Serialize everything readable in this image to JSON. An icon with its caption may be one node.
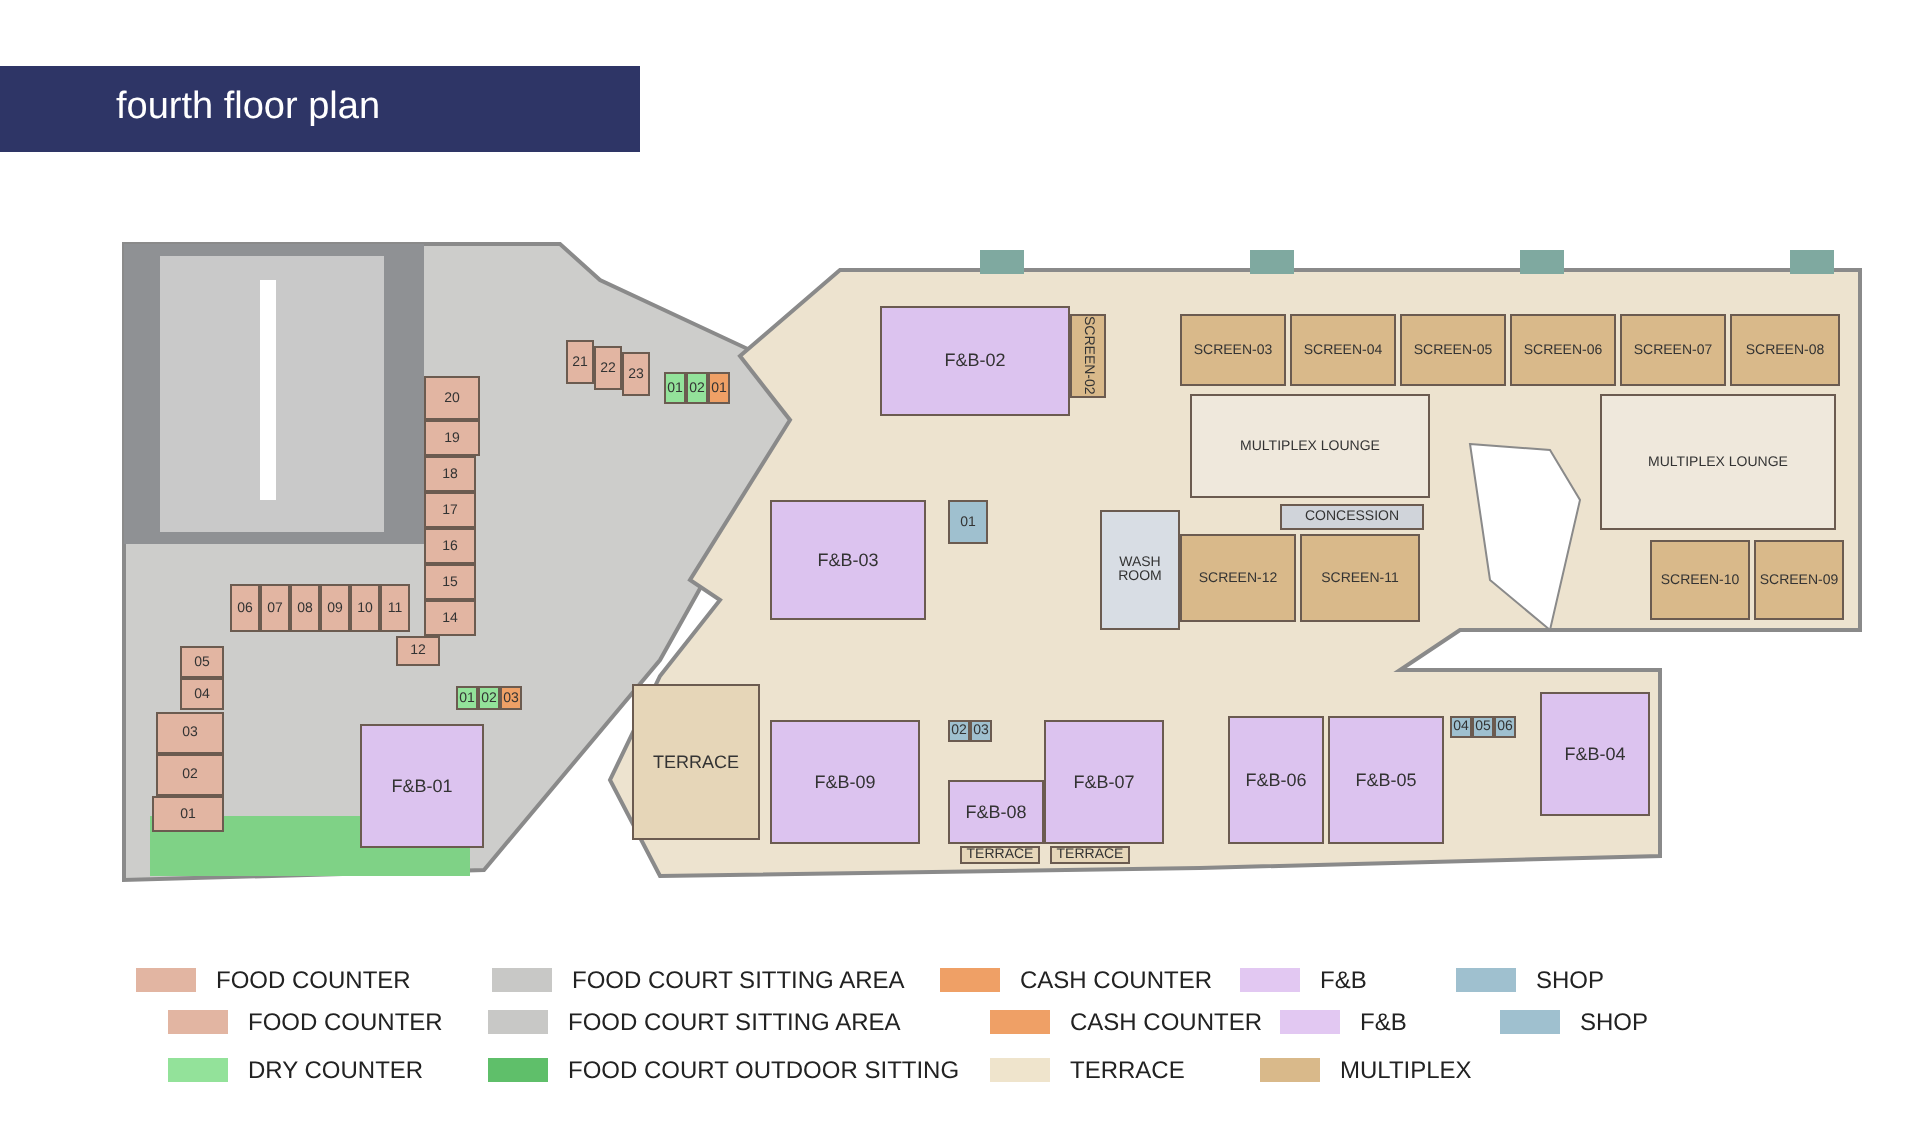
{
  "diagram": {
    "title": "fourth floor plan",
    "nodes": [
      {
        "text": [
          "20"
        ]
      },
      {
        "text": [
          "19"
        ]
      },
      {
        "text": [
          "18"
        ]
      },
      {
        "text": [
          "17"
        ]
      },
      {
        "text": [
          "16"
        ]
      },
      {
        "text": [
          "15"
        ]
      },
      {
        "text": [
          "14"
        ]
      },
      {
        "text": [
          "12"
        ]
      },
      {
        "text": [
          "06"
        ]
      },
      {
        "text": [
          "07"
        ]
      },
      {
        "text": [
          "08"
        ]
      },
      {
        "text": [
          "09"
        ]
      },
      {
        "text": [
          "10"
        ]
      },
      {
        "text": [
          "11"
        ]
      },
      {
        "text": [
          "05"
        ]
      },
      {
        "text": [
          "04"
        ]
      },
      {
        "text": [
          "03"
        ]
      },
      {
        "text": [
          "02"
        ]
      },
      {
        "text": [
          "01"
        ]
      },
      {
        "text": [
          "21"
        ]
      },
      {
        "text": [
          "22"
        ]
      },
      {
        "text": [
          "23"
        ]
      },
      {
        "text": [
          "01"
        ]
      },
      {
        "text": [
          "02"
        ]
      },
      {
        "text": [
          "01"
        ]
      },
      {
        "text": [
          "01"
        ]
      },
      {
        "text": [
          "02"
        ]
      },
      {
        "text": [
          "03"
        ]
      },
      {
        "text": [
          "F&B-01"
        ]
      },
      {
        "text": [
          "F&B-02"
        ]
      },
      {
        "text": [
          "F&B-03"
        ]
      },
      {
        "text": [
          "01"
        ]
      },
      {
        "text": [
          "WASH ROOM"
        ]
      },
      {
        "text": [
          "SCREEN-02"
        ]
      },
      {
        "text": [
          "SCREEN-03"
        ]
      },
      {
        "text": [
          "SCREEN-04"
        ]
      },
      {
        "text": [
          "SCREEN-05"
        ]
      },
      {
        "text": [
          "SCREEN-06"
        ]
      },
      {
        "text": [
          "SCREEN-07"
        ]
      },
      {
        "text": [
          "SCREEN-08"
        ]
      },
      {
        "text": [
          "MULTIPLEX LOUNGE"
        ]
      },
      {
        "text": [
          "MULTIPLEX LOUNGE"
        ]
      },
      {
        "text": [
          "CONCESSION"
        ]
      },
      {
        "text": [
          "SCREEN-12"
        ]
      },
      {
        "text": [
          "SCREEN-11"
        ]
      },
      {
        "text": [
          "SCREEN-10"
        ]
      },
      {
        "text": [
          "SCREEN-09"
        ]
      },
      {
        "text": [
          "TERRACE"
        ]
      },
      {
        "text": [
          "F&B-09"
        ]
      },
      {
        "text": [
          "02"
        ]
      },
      {
        "text": [
          "03"
        ]
      },
      {
        "text": [
          "F&B-08"
        ]
      },
      {
        "text": [
          "F&B-07"
        ]
      },
      {
        "text": [
          "F&B-06"
        ]
      },
      {
        "text": [
          "F&B-05"
        ]
      },
      {
        "text": [
          "04"
        ]
      },
      {
        "text": [
          "05"
        ]
      },
      {
        "text": [
          "06"
        ]
      },
      {
        "text": [
          "F&B-04"
        ]
      },
      {
        "text": [
          "TERRACE"
        ]
      },
      {
        "text": [
          "TERRACE"
        ]
      }
    ],
    "legend": [
      {
        "text": "FOOD COUNTER",
        "color": "#e2b5a2"
      },
      {
        "text": "FOOD COURT  SITTING AREA",
        "color": "#c8c8c6"
      },
      {
        "text": "CASH COUNTER",
        "color": "#efa066"
      },
      {
        "text": "F&B",
        "color": "#e2c8f2"
      },
      {
        "text": "SHOP",
        "color": "#9fc0cf"
      },
      {
        "text": "FOOD COUNTER",
        "color": "#e2b5a2"
      },
      {
        "text": "FOOD COURT  SITTING AREA",
        "color": "#c8c8c6"
      },
      {
        "text": "CASH COUNTER",
        "color": "#efa066"
      },
      {
        "text": "F&B",
        "color": "#e2c8f2"
      },
      {
        "text": "SHOP",
        "color": "#9fc0cf"
      },
      {
        "text": "DRY COUNTER",
        "color": "#93e29a"
      },
      {
        "text": "FOOD COURT  OUTDOOR SITTING",
        "color": "#5fbf6a"
      },
      {
        "text": "TERRACE",
        "color": "#efe4cc"
      },
      {
        "text": "MULTIPLEX",
        "color": "#d9b98a"
      }
    ]
  }
}
